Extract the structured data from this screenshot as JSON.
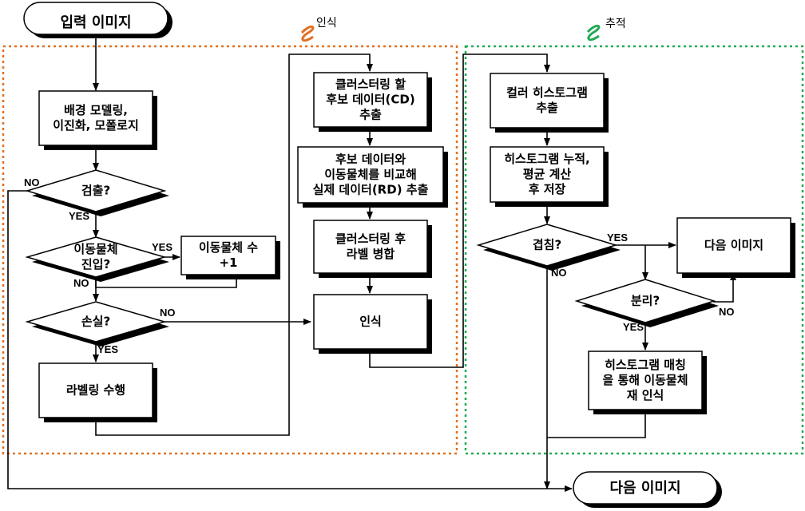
{
  "colors": {
    "recognition_region": "#e07020",
    "tracking_region": "#22aa55",
    "node_fill": "#ffffff",
    "shadow": "#000000"
  },
  "regions": {
    "recognition": "인식",
    "tracking": "추적"
  },
  "terminals": {
    "start": "입력 이미지",
    "end": "다음 이미지"
  },
  "nodes": {
    "bg_model": [
      "배경 모델링,",
      "이진화, 모폴로지"
    ],
    "detect": [
      "검출?"
    ],
    "enter": [
      "이동물체",
      "진입?"
    ],
    "count": [
      "이동물체 수",
      "+1"
    ],
    "loss": [
      "손실?"
    ],
    "label": [
      "라벨링 수행"
    ],
    "cd": [
      "클러스터링 할",
      "후보 데이터(CD)",
      "추출"
    ],
    "rd": [
      "후보 데이터와",
      "이동물체를 비교해",
      "실제 데이터(RD) 추출"
    ],
    "merge": [
      "클러스터링 후",
      "라벨 병합"
    ],
    "recognize": [
      "인식"
    ],
    "hist": [
      "컬러 히스토그램",
      "추출"
    ],
    "accum": [
      "히스토그램 누적,",
      "평균 계산",
      "후 저장"
    ],
    "overlap": [
      "겹침?"
    ],
    "next": [
      "다음 이미지"
    ],
    "split": [
      "분리?"
    ],
    "match": [
      "히스토그램 매칭",
      "을 통해 이동물체",
      "재 인식"
    ]
  },
  "edge_labels": {
    "detect_no": "NO",
    "detect_yes": "YES",
    "enter_yes": "YES",
    "enter_no": "NO",
    "loss_no": "NO",
    "loss_yes": "YES",
    "overlap_yes": "YES",
    "overlap_no": "NO",
    "split_no": "NO",
    "split_yes": "YES"
  }
}
